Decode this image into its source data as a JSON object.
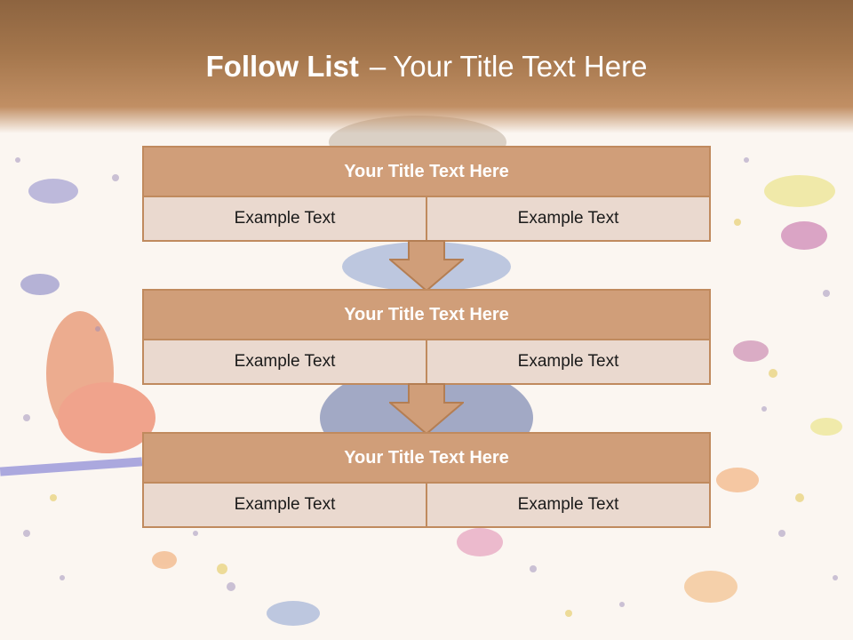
{
  "title": {
    "bold": "Follow List",
    "separator": "–",
    "rest": "Your Title Text Here"
  },
  "blocks": [
    {
      "heading": "Your Title Text Here",
      "left": "Example Text",
      "right": "Example Text"
    },
    {
      "heading": "Your Title Text Here",
      "left": "Example Text",
      "right": "Example Text"
    },
    {
      "heading": "Your Title Text Here",
      "left": "Example Text",
      "right": "Example Text"
    }
  ],
  "colors": {
    "header": "#a4764c",
    "heading_fill": "#d09e79",
    "cell_fill": "#ead9cf",
    "border": "#c08a5e"
  }
}
